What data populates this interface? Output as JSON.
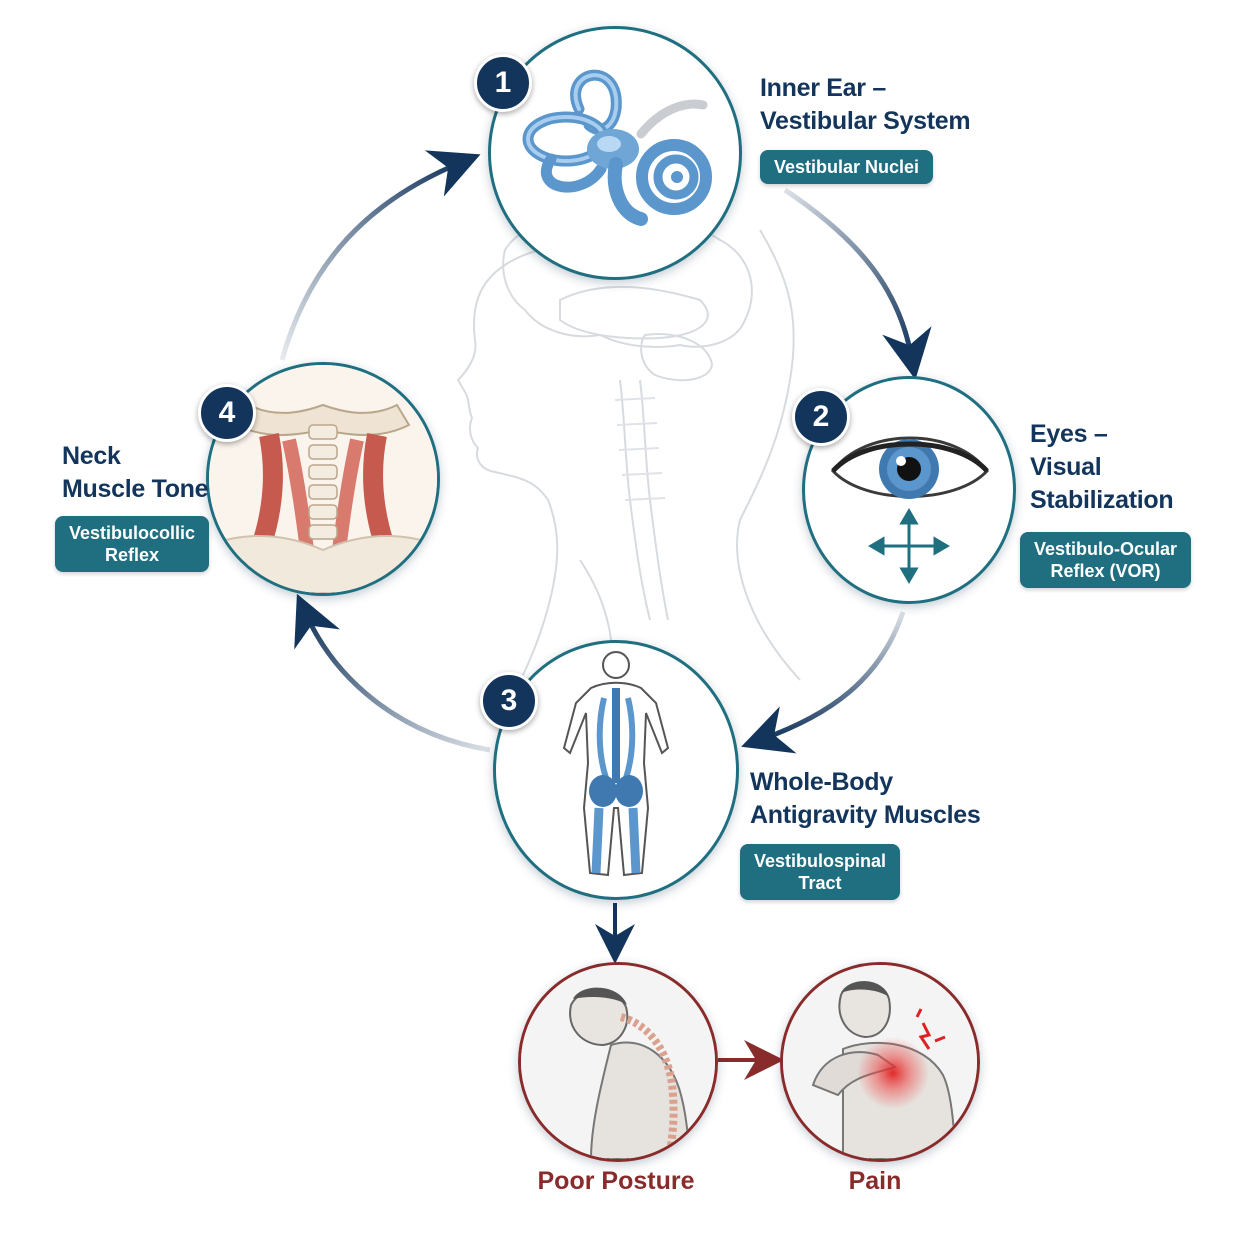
{
  "nodes": [
    {
      "number": "1",
      "title": "Inner Ear –\nVestibular System",
      "tag": "Vestibular Nuclei"
    },
    {
      "number": "2",
      "title": "Eyes –\nVisual\nStabilization",
      "tag": "Vestibulo-Ocular\nReflex (VOR)"
    },
    {
      "number": "3",
      "title": "Whole-Body\nAntigravity Muscles",
      "tag": "Vestibulospinal\nTract"
    },
    {
      "number": "4",
      "title": "Neck\nMuscle Tone",
      "tag": "Vestibulocollic\nReflex"
    }
  ],
  "outcomes": [
    {
      "label": "Poor Posture"
    },
    {
      "label": "Pain"
    }
  ],
  "colors": {
    "navy": "#13355c",
    "teal": "#1f6f80",
    "outcome_red": "#8a2b2b",
    "muscle": "#c65a4f",
    "anatomy_blue": "#5b97cc"
  }
}
